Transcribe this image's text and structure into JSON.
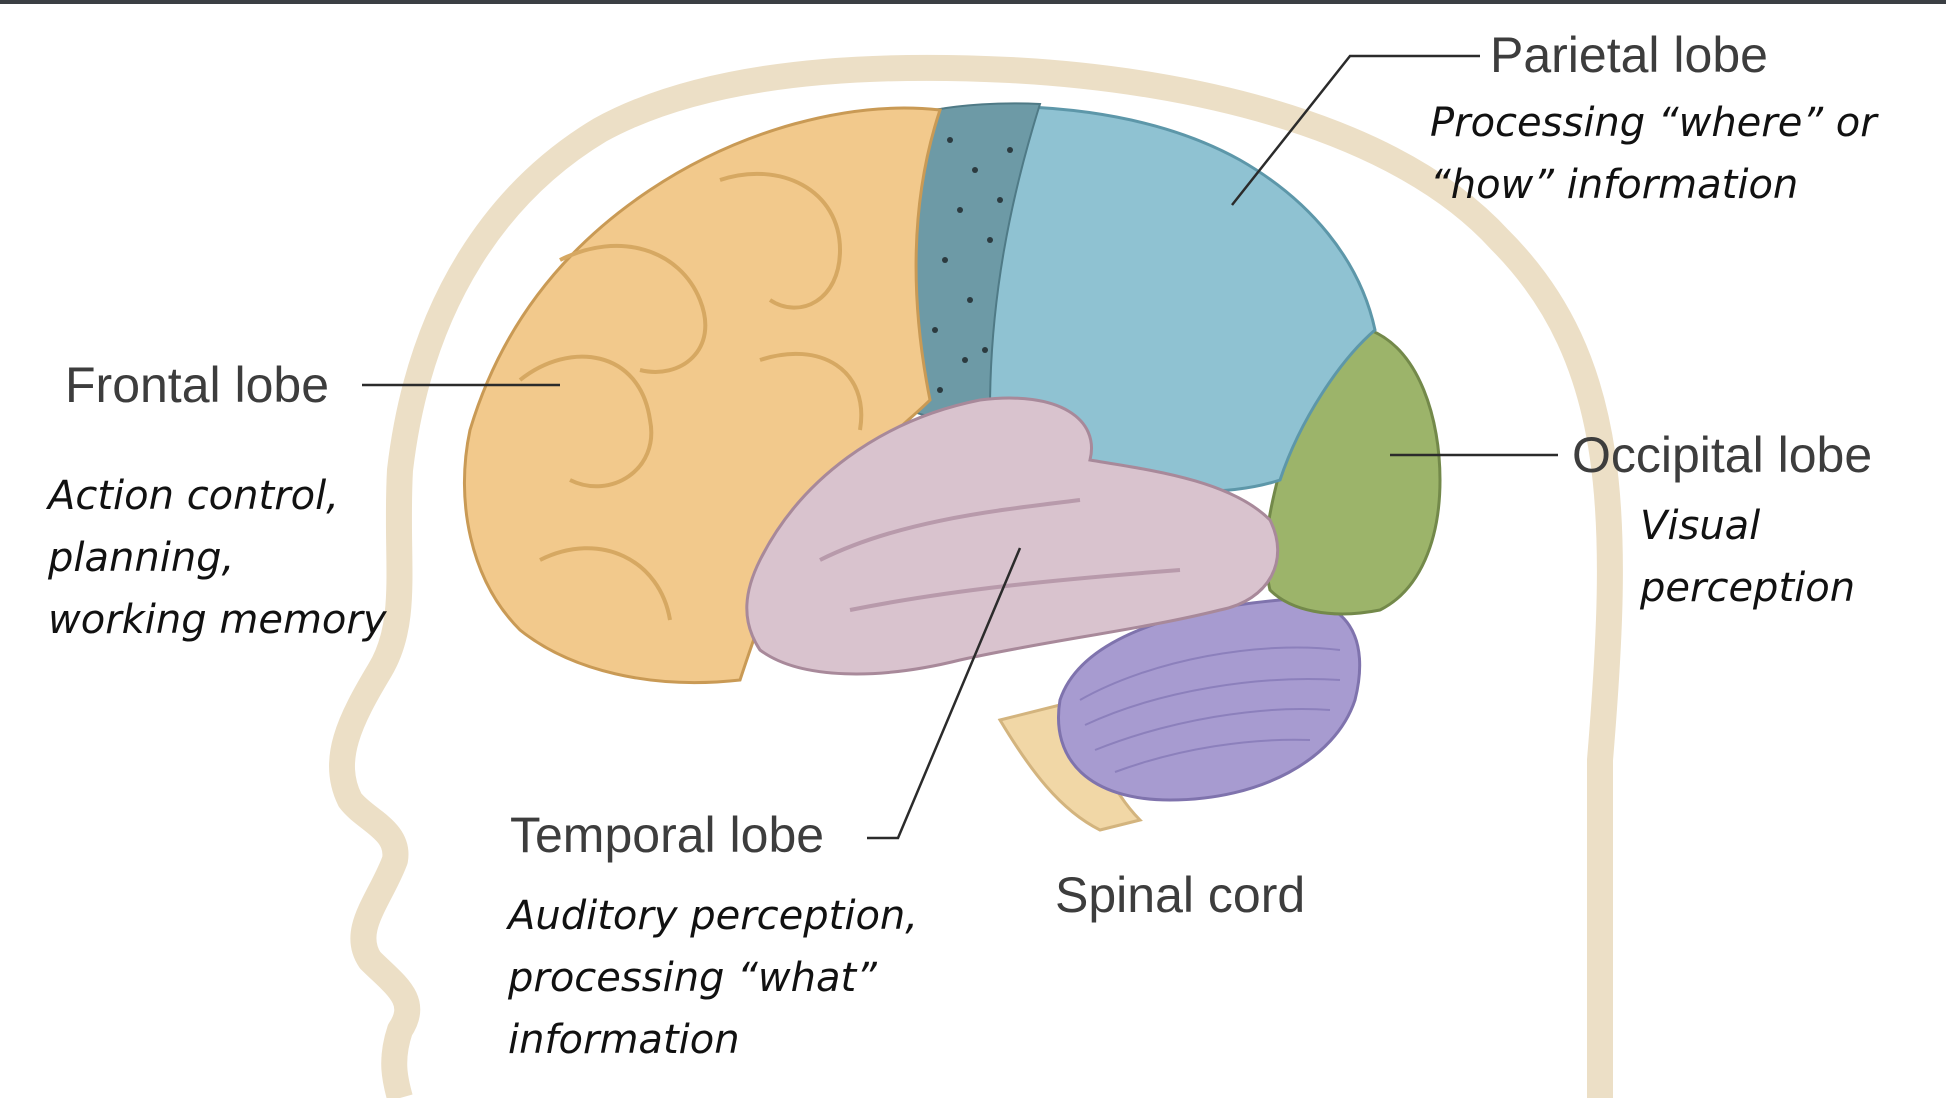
{
  "colors": {
    "frontal": "#f2c98c",
    "parietal": "#8fc2d2",
    "occipital": "#9cb46a",
    "temporal": "#d9c3ce",
    "cerebellum": "#a79bd0",
    "spinal_cord": "#f1d7a6",
    "head_outline": "#e9dcc3"
  },
  "labels": {
    "frontal": "Frontal lobe",
    "parietal": "Parietal lobe",
    "occipital": "Occipital lobe",
    "temporal": "Temporal lobe",
    "spinal_cord": "Spinal cord"
  },
  "descriptions": {
    "frontal": [
      "Action control,",
      "planning,",
      "working memory"
    ],
    "parietal": [
      "Processing “where” or",
      "“how” information"
    ],
    "occipital": [
      "Visual",
      "perception"
    ],
    "temporal": [
      "Auditory perception,",
      "processing “what”",
      "information"
    ]
  }
}
